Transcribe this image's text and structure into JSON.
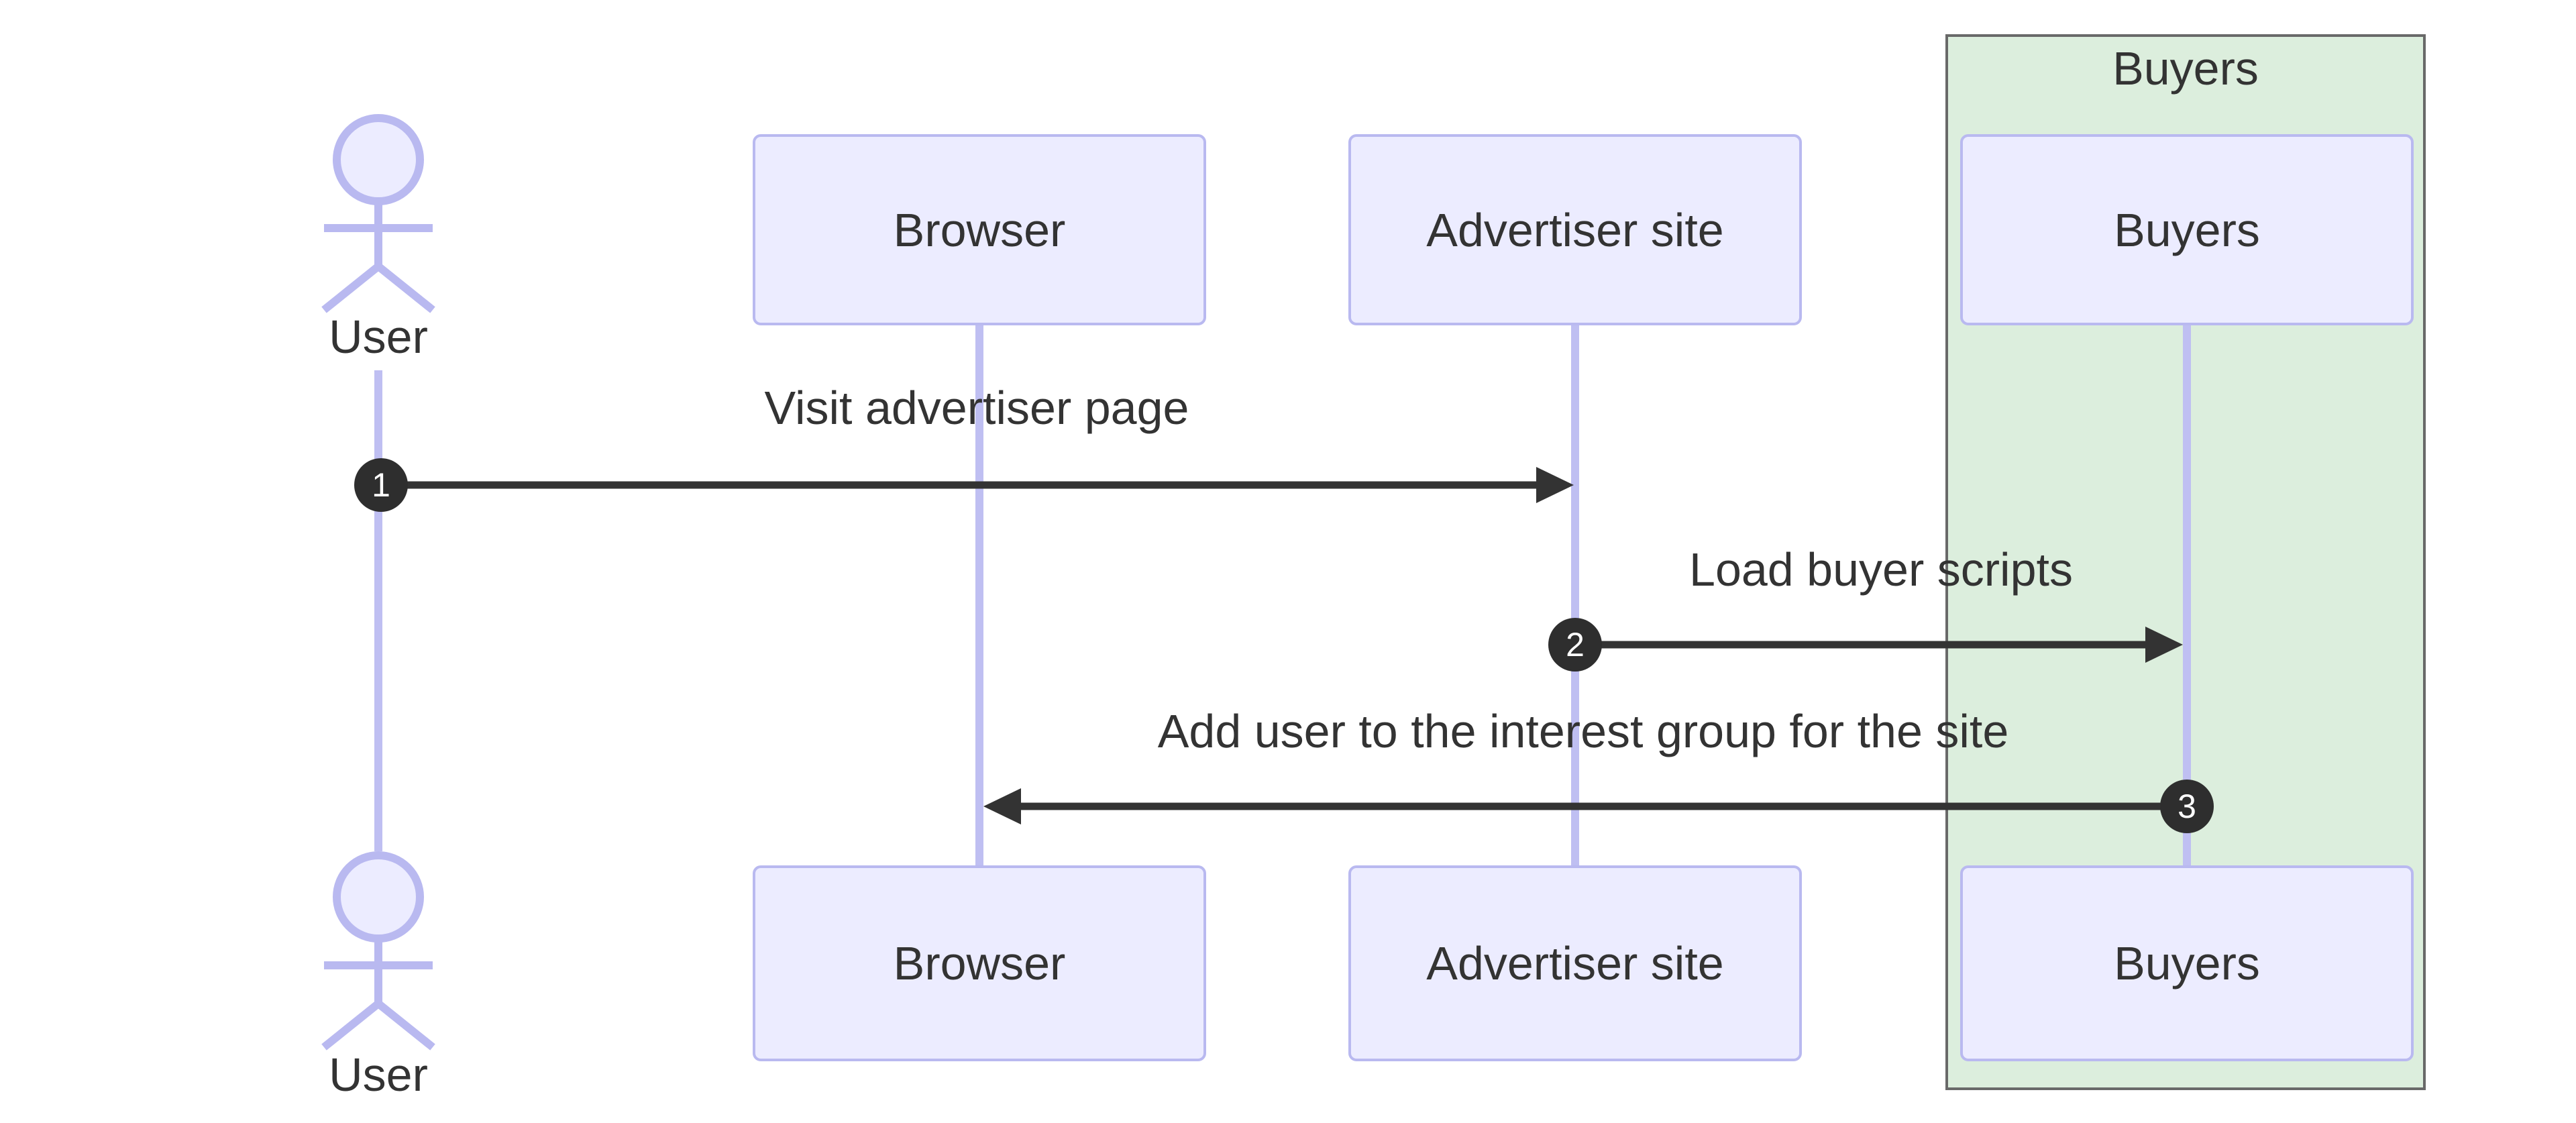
{
  "diagram": {
    "type": "sequence",
    "group": {
      "label": "Buyers"
    },
    "actor": {
      "label": "User"
    },
    "participants": [
      {
        "label": "Browser"
      },
      {
        "label": "Advertiser site"
      },
      {
        "label": "Buyers"
      }
    ],
    "messages": [
      {
        "seq": "1",
        "label": "Visit advertiser page",
        "from": "User",
        "to": "Advertiser site"
      },
      {
        "seq": "2",
        "label": "Load buyer scripts",
        "from": "Advertiser site",
        "to": "Buyers"
      },
      {
        "seq": "3",
        "label": "Add user to the interest group for the site",
        "from": "Buyers",
        "to": "Browser"
      }
    ],
    "colors": {
      "background": "#FFFFFF",
      "participant_fill": "#ECECFF",
      "participant_border": "#B9B9F0",
      "lifeline": "#BFBFF2",
      "group_fill": "#DCEEDD",
      "group_border": "#696969",
      "text": "#333333",
      "arrow": "#333333",
      "badge_fill": "#2E2E2E",
      "badge_text": "#FFFFFF"
    }
  }
}
